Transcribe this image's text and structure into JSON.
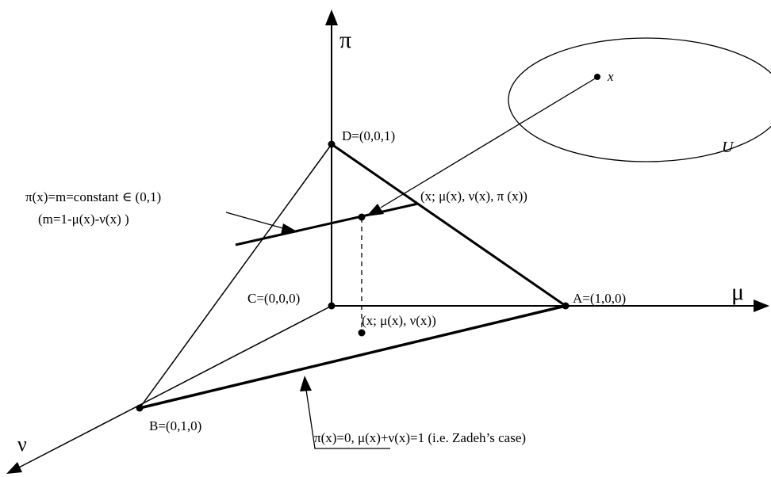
{
  "axes": {
    "pi": "π",
    "mu": "μ",
    "nu": "ν"
  },
  "vertices": {
    "D": "D=(0,0,1)",
    "C": "C=(0,0,0)",
    "A": "A=(1,0,0)",
    "B": "B=(0,1,0)"
  },
  "points": {
    "top": "(x; μ(x), ν(x), π (x))",
    "projection": "(x; μ(x), ν(x))"
  },
  "universe": {
    "set_label": "U",
    "element_label": "x"
  },
  "annotations": {
    "constant_plane": "π(x)=m=constant ∈ (0,1)",
    "constant_plane_def": "(m=1-μ(x)-ν(x) )",
    "zadeh_case": "π(x)=0, μ(x)+ν(x)=1 (i.e. Zadeh’s case)"
  }
}
